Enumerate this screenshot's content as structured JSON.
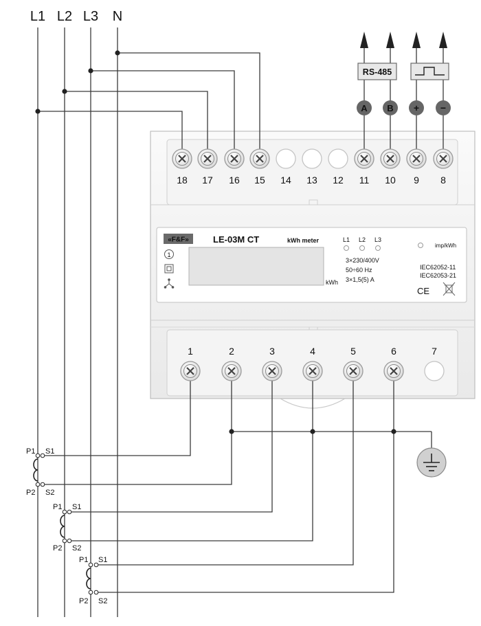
{
  "lines": [
    "L1",
    "L2",
    "L3",
    "N"
  ],
  "top_terminals": [
    "18",
    "17",
    "16",
    "15",
    "14",
    "13",
    "12",
    "11",
    "10",
    "9",
    "8"
  ],
  "bottom_terminals": [
    "1",
    "2",
    "3",
    "4",
    "5",
    "6",
    "7"
  ],
  "badges": [
    "A",
    "B",
    "+",
    "−"
  ],
  "interfaces": {
    "rs485": "RS-485"
  },
  "panel": {
    "brand": "«F&F»",
    "model": "LE-03M CT",
    "type": "kWh meter",
    "leds": [
      "L1",
      "L2",
      "L3"
    ],
    "imp": "imp/kWh",
    "display_unit": "kWh",
    "specs": [
      "3×230/400V",
      "50÷60 Hz",
      "3×1,5(5) A"
    ],
    "standards": [
      "IEC62052-11",
      "IEC62053-21"
    ],
    "ce": "CE",
    "tariff_number": "1"
  },
  "ct": {
    "p1": "P1",
    "s1": "S1",
    "p2": "P2",
    "s2": "S2"
  }
}
